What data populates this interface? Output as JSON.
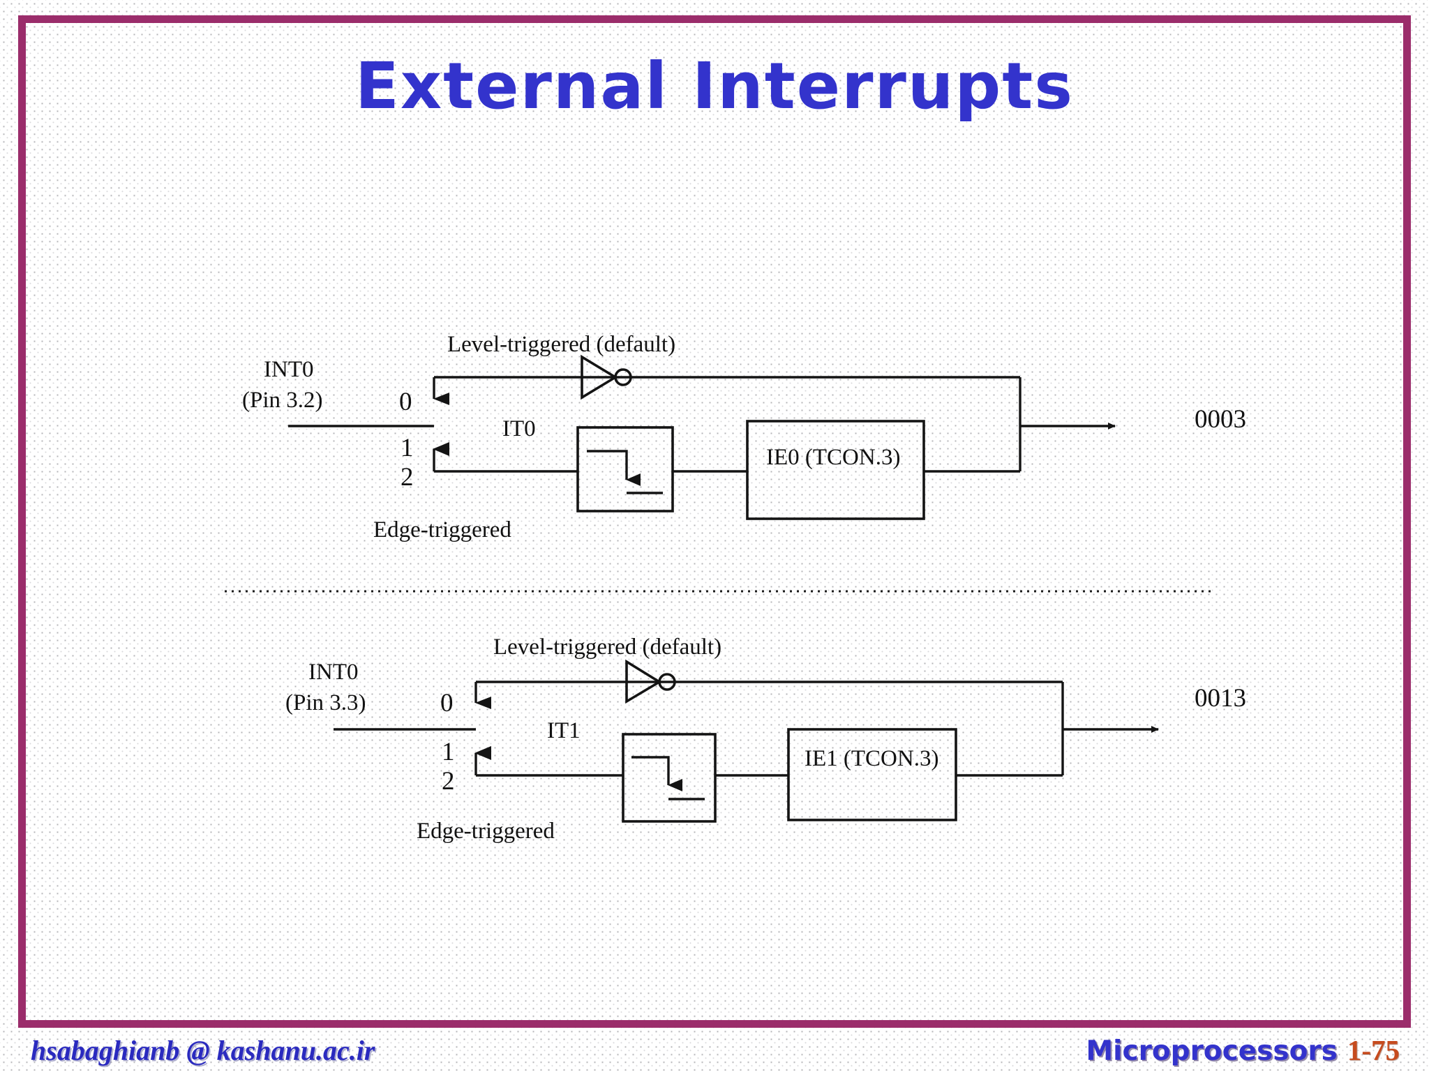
{
  "slide": {
    "title": "External Interrupts",
    "title_color": "#3333CC",
    "frame_color": "#9B2D6B",
    "background": "#FFFFFF"
  },
  "footer": {
    "email": "hsabaghianb @ kashanu.ac.ir",
    "course": "Microprocessors",
    "page": "1-75",
    "email_color": "#2A2ABF",
    "course_color": "#3333CC",
    "page_color": "#C64B1E"
  },
  "diagrams": [
    {
      "id": "int0-diagram",
      "pin_label": "INT0",
      "pin_sub": "(Pin 3.2)",
      "level_label": "Level-triggered (default)",
      "edge_label": "Edge-triggered",
      "select_top": "0",
      "select_mid": "1",
      "select_bottom": "2",
      "control_bit": "IT0",
      "flag_box": "IE0 (TCON.3)",
      "vector": "0003",
      "inverter_icon": "not-gate-icon",
      "edge_detect_icon": "falling-edge-icon"
    },
    {
      "id": "int1-diagram",
      "pin_label": "INT0",
      "pin_sub": "(Pin 3.3)",
      "level_label": "Level-triggered (default)",
      "edge_label": "Edge-triggered",
      "select_top": "0",
      "select_mid": "1",
      "select_bottom": "2",
      "control_bit": "IT1",
      "flag_box": "IE1 (TCON.3)",
      "vector": "0013",
      "inverter_icon": "not-gate-icon",
      "edge_detect_icon": "falling-edge-icon"
    }
  ]
}
